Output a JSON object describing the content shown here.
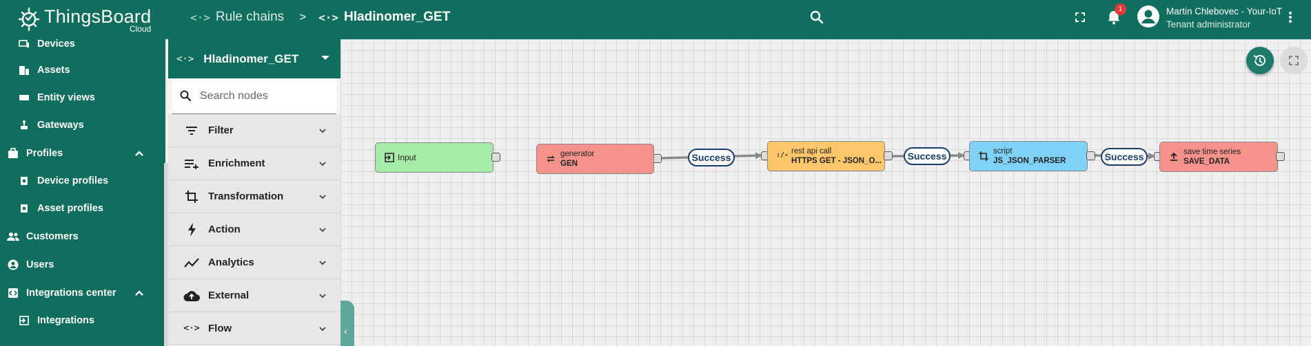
{
  "brand": {
    "name": "ThingsBoard",
    "sub": "Cloud"
  },
  "breadcrumb": {
    "first": "Rule chains",
    "separator": ">",
    "current": "Hladinomer_GET",
    "icon": "<·>"
  },
  "header": {
    "notification_count": "1",
    "user_name": "Martin Chlebovec - Your-IoT",
    "user_role": "Tenant administrator"
  },
  "sidebar": {
    "items": [
      {
        "label": "Devices",
        "icon": "devices-icon"
      },
      {
        "label": "Assets",
        "icon": "assets-icon"
      },
      {
        "label": "Entity views",
        "icon": "entity-views-icon"
      },
      {
        "label": "Gateways",
        "icon": "gateways-icon"
      },
      {
        "label": "Profiles",
        "icon": "profiles-icon"
      },
      {
        "label": "Device profiles",
        "icon": "device-profiles-icon"
      },
      {
        "label": "Asset profiles",
        "icon": "asset-profiles-icon"
      },
      {
        "label": "Customers",
        "icon": "customers-icon"
      },
      {
        "label": "Users",
        "icon": "users-icon"
      },
      {
        "label": "Integrations center",
        "icon": "integrations-center-icon"
      },
      {
        "label": "Integrations",
        "icon": "integrations-icon"
      }
    ]
  },
  "node_panel": {
    "title": "Hladinomer_GET",
    "icon": "<·>",
    "search_placeholder": "Search nodes",
    "categories": [
      {
        "label": "Filter",
        "icon": "filter-icon"
      },
      {
        "label": "Enrichment",
        "icon": "enrichment-icon"
      },
      {
        "label": "Transformation",
        "icon": "transformation-icon"
      },
      {
        "label": "Action",
        "icon": "action-icon"
      },
      {
        "label": "Analytics",
        "icon": "analytics-icon"
      },
      {
        "label": "External",
        "icon": "external-icon"
      },
      {
        "label": "Flow",
        "icon": "flow-icon"
      }
    ]
  },
  "canvas": {
    "input_label": "Input",
    "nodes": [
      {
        "type": "generator",
        "name": "GEN",
        "color": "#f4928b"
      },
      {
        "type": "rest api call",
        "name": "HTTPS GET - JSON_O...",
        "color": "#fdc76a"
      },
      {
        "type": "script",
        "name": "JS_JSON_PARSER",
        "color": "#7fd1f5"
      },
      {
        "type": "save time series",
        "name": "SAVE_DATA",
        "color": "#f4928b"
      }
    ],
    "links": [
      {
        "label": "Success"
      },
      {
        "label": "Success"
      },
      {
        "label": "Success"
      }
    ]
  },
  "colors": {
    "primary": "#0f6e5e",
    "input_node": "#a6eca8",
    "link": "#163d6b"
  }
}
